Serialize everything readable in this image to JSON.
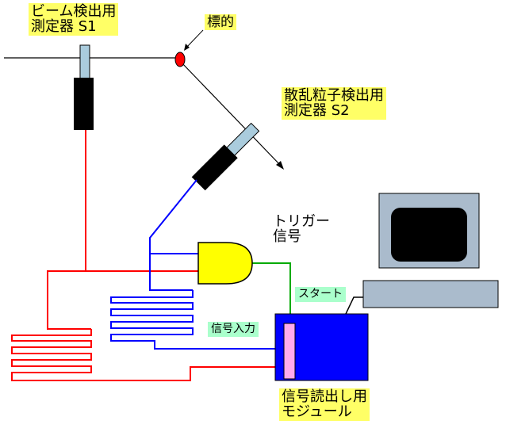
{
  "labels": {
    "beam_detector": [
      "ビーム検出用",
      "測定器 S1"
    ],
    "target": "標的",
    "scatter_detector": [
      "散乱粒子検出用",
      "測定器 S2"
    ],
    "trigger": [
      "トリガー",
      "信号"
    ],
    "start": "スタート",
    "signal_input": "信号入力",
    "readout_module": [
      "信号読出し用",
      "モジュール"
    ]
  },
  "colors": {
    "label_highlight": "#ffff66",
    "small_label_highlight": "#aaffcc",
    "beam_path": "#ff0000",
    "scatter_path": "#0000ff",
    "trigger_path": "#00aa00",
    "gate": "#ffff00",
    "module": "#0000ff",
    "module_input": "#ffaaee",
    "monitor": "#aabbcc",
    "target": "#ff0000"
  },
  "icons": {
    "target": "red-ellipse",
    "gate": "and-gate",
    "monitor": "crt-monitor",
    "keyboard": "keyboard",
    "delay_line": "delay-line-coil"
  }
}
